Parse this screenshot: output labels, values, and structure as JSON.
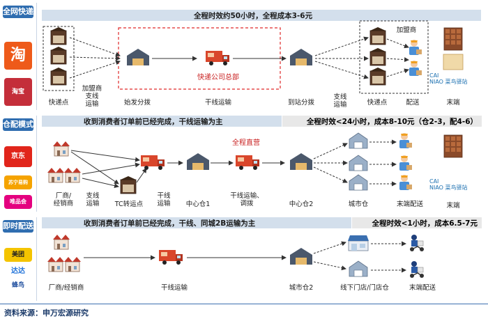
{
  "sections": [
    {
      "category": "全网快递",
      "logos": [
        "淘",
        "淘宝"
      ],
      "banner": "全程时效约50小时，全程成本3-6元",
      "hq_label": "快递公司总部",
      "franchise_label": "加盟商",
      "bottom_labels": [
        "快递点",
        "加盟商\n支线\n运输",
        "始发分拨",
        "干线运输",
        "到站分拨",
        "支线\n运输",
        "快递点",
        "配送",
        "末端"
      ],
      "brand_text": [
        "CAI",
        "NIAO",
        "菜鸟驿站"
      ]
    },
    {
      "category": "仓配模式",
      "logos": [
        "京东",
        "苏宁易购",
        "唯品会"
      ],
      "banner": "收到消费者订单前已经完成，干线运输为主",
      "highlight": "全程时效<24小时，成本8-10元（仓2-3，配4-6）",
      "direct_label": "全程直营",
      "bottom_labels": [
        "厂商/\n经销商",
        "支线\n运输",
        "TC转运点",
        "干线\n运输",
        "中心仓1",
        "干线运输、\n调拨",
        "中心仓2",
        "城市仓",
        "末端配送",
        "末端"
      ],
      "brand_text": [
        "CAI",
        "NIAO",
        "菜鸟驿站"
      ]
    },
    {
      "category": "即时配送",
      "logos": [
        "美团",
        "达达",
        "蜂鸟"
      ],
      "banner": "收到消费者订单前已经完成，干线、同城2B运输为主",
      "highlight": "全程时效<1小时，成本6.5-7元",
      "bottom_labels": [
        "厂商/经销商",
        "干线运输",
        "城市仓2",
        "线下门店/门店仓",
        "末端配送"
      ]
    }
  ],
  "source": "资料来源：申万宏源研究",
  "colors": {
    "accent": "#2f6db0",
    "band": "#d3dfec",
    "truck": "#d9462b",
    "warehouse": "#4a5a6e",
    "hq": "#e02828"
  },
  "icons": [
    "factory-icon",
    "warehouse-icon",
    "truck-icon",
    "courier-icon",
    "locker-icon",
    "store-icon",
    "city-warehouse-icon",
    "rider-icon"
  ]
}
